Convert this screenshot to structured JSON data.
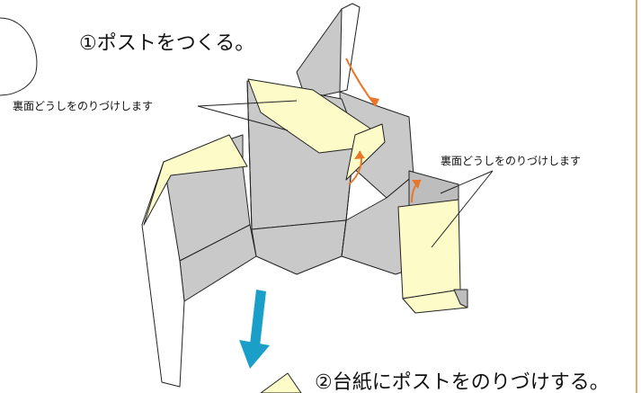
{
  "steps": {
    "step1": "①ポストをつくる。",
    "step2": "②台紙にポストをのりづけする。"
  },
  "callouts": {
    "glue_top": "裏面どうしをのりづけします",
    "glue_right": "裏面どうしをのりづけします"
  },
  "colors": {
    "body_gray": "#c9c9c9",
    "glue_tab": "#fdfcc8",
    "fold_arrow": "#e8772a",
    "direction_arrow": "#1aa0c8",
    "margin_line": "#e8893a"
  }
}
